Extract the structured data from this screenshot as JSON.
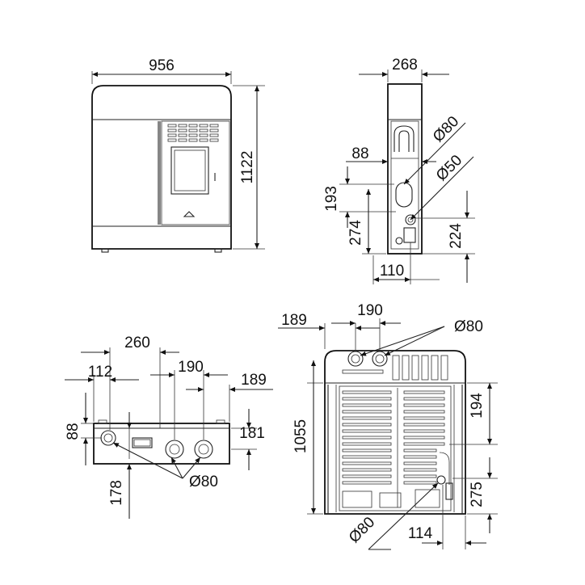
{
  "front_view": {
    "width_dim": "956",
    "height_dim": "1122"
  },
  "side_view": {
    "depth_dim": "268",
    "flue_offset_dim": "88",
    "flue_height_dim": "193",
    "inlet_height_dim": "274",
    "inlet_offset_dim": "110",
    "outlet_height_dim": "224",
    "flue_diameter": "Ø80",
    "inlet_diameter": "Ø50"
  },
  "top_view": {
    "dim_260": "260",
    "dim_112": "112",
    "dim_190": "190",
    "dim_189": "189",
    "dim_88": "88",
    "dim_181": "181",
    "dim_178": "178",
    "pipe_diameter": "Ø80"
  },
  "rear_view": {
    "dim_189": "189",
    "dim_190": "190",
    "pipe_diameter_top": "Ø80",
    "height_dim": "1055",
    "dim_194": "194",
    "dim_275": "275",
    "dim_114": "114",
    "pipe_diameter_bottom": "Ø80"
  }
}
